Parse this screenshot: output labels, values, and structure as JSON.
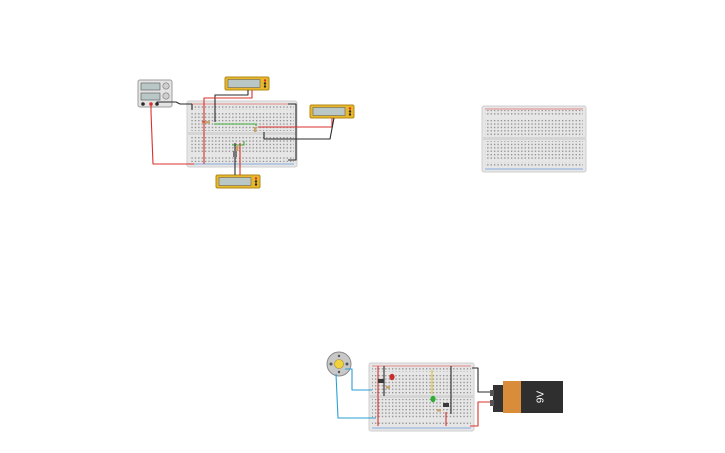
{
  "canvas": {
    "background": "#ffffff",
    "components": [
      {
        "name": "power-supply",
        "type": "dc-power-supply"
      },
      {
        "name": "multimeter-top",
        "type": "multimeter"
      },
      {
        "name": "multimeter-right",
        "type": "multimeter"
      },
      {
        "name": "multimeter-bottom",
        "type": "multimeter"
      },
      {
        "name": "breadboard-main",
        "type": "breadboard"
      },
      {
        "name": "breadboard-empty",
        "type": "breadboard"
      },
      {
        "name": "breadboard-lower",
        "type": "breadboard"
      },
      {
        "name": "dc-motor",
        "type": "dc-motor"
      },
      {
        "name": "battery",
        "type": "battery"
      }
    ]
  },
  "battery": {
    "label": "9V"
  },
  "colors": {
    "wire_red": "#d9312b",
    "wire_black": "#2b2b2b",
    "wire_green": "#3fae3c",
    "wire_blue": "#2a9fd6",
    "wire_yellow": "#e0c22a",
    "multimeter_body": "#e8b82a",
    "lcd": "#b9c7c7",
    "breadboard": "#e6e6e6",
    "battery_body": "#d98d3a",
    "battery_cap": "#333333"
  }
}
